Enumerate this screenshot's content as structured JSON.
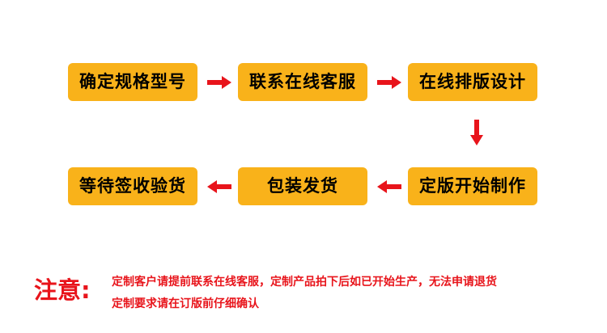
{
  "colors": {
    "box_fill": "#f9b21a",
    "arrow": "#e8141b",
    "note_text": "#e8141b"
  },
  "flow": {
    "steps": [
      "确定规格型号",
      "联系在线客服",
      "在线排版设计",
      "定版开始制作",
      "包装发货",
      "等待签收验货"
    ]
  },
  "notice": {
    "label": "注意:",
    "line1": "定制客户请提前联系在线客服，定制产品拍下后如已开始生产，无法申请退货",
    "line2": "定制要求请在订版前仔细确认"
  }
}
